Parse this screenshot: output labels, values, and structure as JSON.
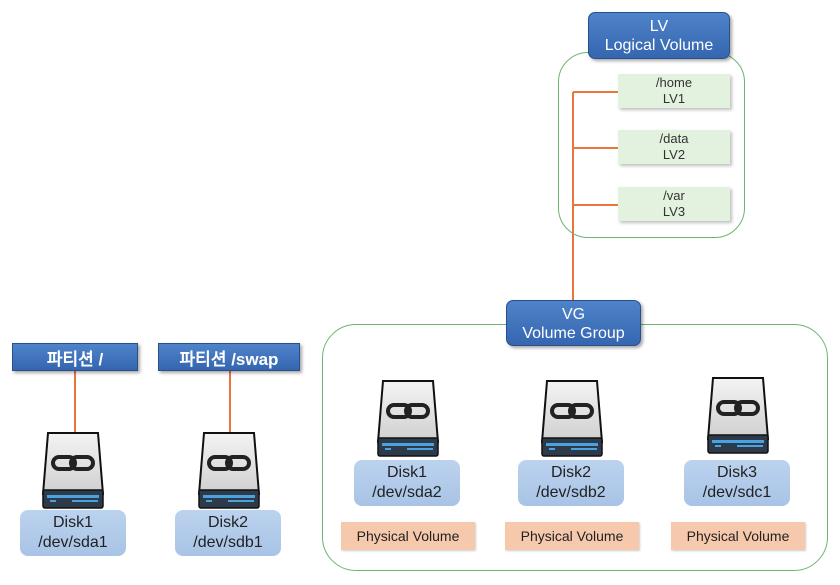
{
  "lv_header": {
    "line1": "LV",
    "line2": "Logical Volume"
  },
  "logical_volumes": [
    {
      "path": "/home",
      "name": "LV1"
    },
    {
      "path": "/data",
      "name": "LV2"
    },
    {
      "path": "/var",
      "name": "LV3"
    }
  ],
  "vg_header": {
    "line1": "VG",
    "line2": "Volume Group"
  },
  "vg_disks": [
    {
      "name": "Disk1",
      "device": "/dev/sda2",
      "pv_label": "Physical Volume"
    },
    {
      "name": "Disk2",
      "device": "/dev/sdb2",
      "pv_label": "Physical Volume"
    },
    {
      "name": "Disk3",
      "device": "/dev/sdc1",
      "pv_label": "Physical Volume"
    }
  ],
  "partitions": [
    {
      "label": "파티션 /",
      "disk_name": "Disk1",
      "device": "/dev/sda1"
    },
    {
      "label": "파티션 /swap",
      "disk_name": "Disk2",
      "device": "/dev/sdb1"
    }
  ],
  "colors": {
    "header_blue": "#3a6cb5",
    "connector_orange": "#e8763a",
    "group_border_green": "#6fb36f",
    "lv_fill": "#e3f1df",
    "disk_label_fill": "#b3cceb",
    "pv_fill": "#f6c9ac"
  },
  "icons": {
    "disk": "hard-drive-icon",
    "link": "chain-link-icon"
  }
}
